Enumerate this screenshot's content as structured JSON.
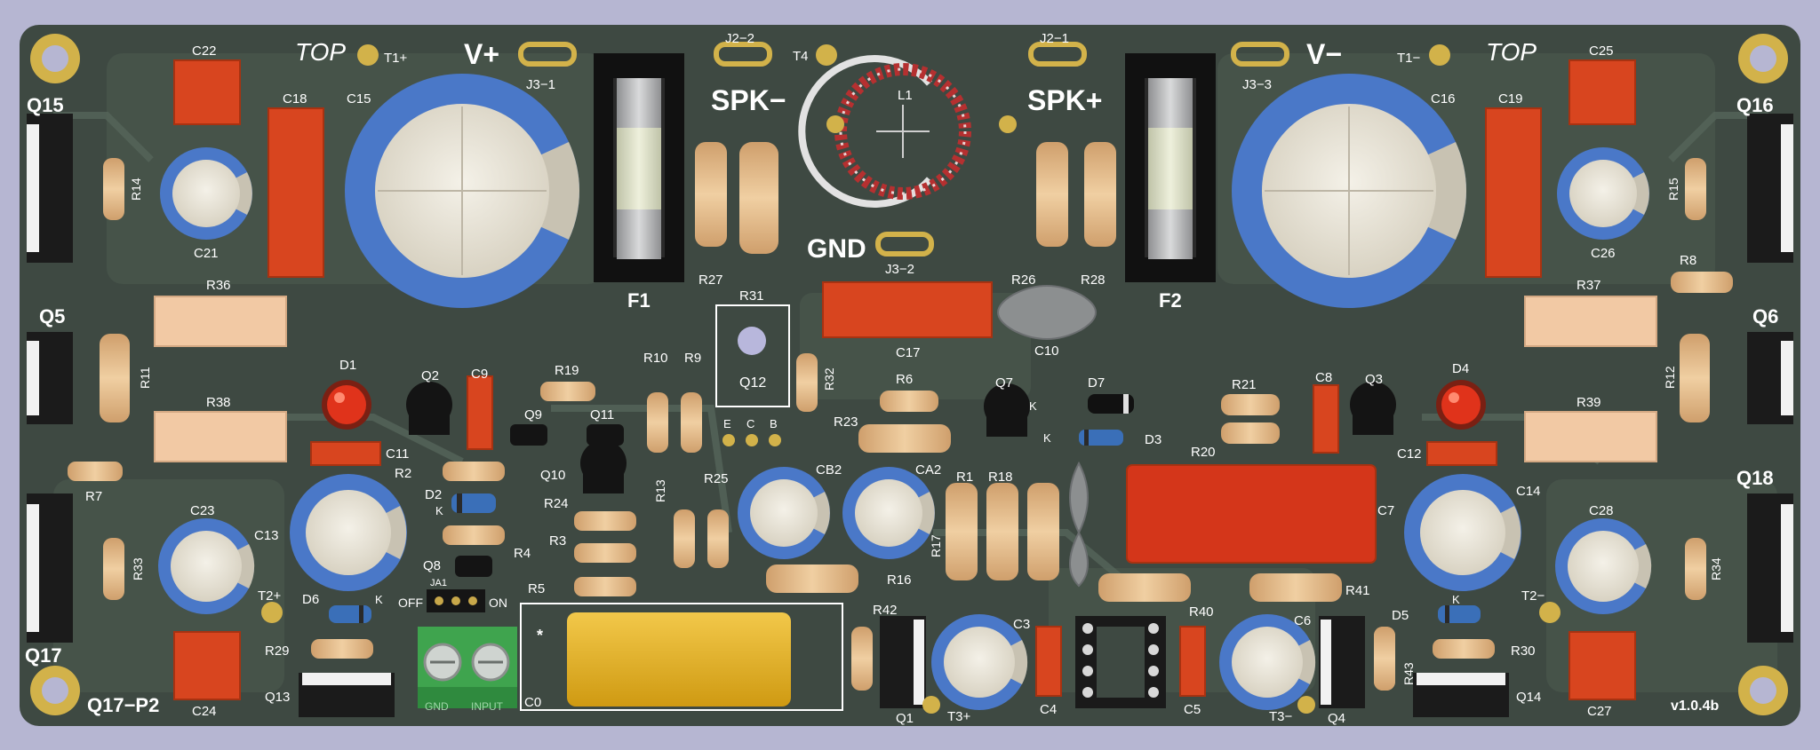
{
  "colors": {
    "background": "#b6b6d2",
    "board": "#3e4942",
    "copper_trace": "#4b5a4f",
    "silkscreen": "#ffffff",
    "pad_gold": "#d2b24a",
    "capacitor_blue": "#4a78c8",
    "capacitor_top": "#e6e1d4",
    "box_cap_red": "#d8451f",
    "resistor_body": "#e5bd8d",
    "led_red": "#e0331b",
    "fuse_glass": "#d8ddc0",
    "film_cap_yellow": "#e7b424",
    "terminal_green": "#3fa44e"
  },
  "markings": {
    "top_left": "TOP",
    "top_right": "TOP",
    "vplus": "V+",
    "vminus": "V−",
    "spk_minus": "SPK−",
    "spk_plus": "SPK+",
    "gnd": "GND",
    "version": "v1.0.4b",
    "off": "OFF",
    "on": "ON",
    "ja1": "JA1",
    "terminal_gnd": "GND",
    "terminal_input": "INPUT",
    "q12_e": "E",
    "q12_c": "C",
    "q12_b": "B",
    "d2_k": "K",
    "d3_k": "K",
    "d6_k": "K",
    "d7_k": "K",
    "d5_k": "K",
    "c0_star": "*"
  },
  "refs": {
    "q15": "Q15",
    "q16": "Q16",
    "q5": "Q5",
    "q6": "Q6",
    "q17": "Q17",
    "q18": "Q18",
    "q17p2": "Q17−P2",
    "q13": "Q13",
    "q14": "Q14",
    "q1": "Q1",
    "q4": "Q4",
    "q2": "Q2",
    "q3": "Q3",
    "q7": "Q7",
    "q8": "Q8",
    "q9": "Q9",
    "q10": "Q10",
    "q11": "Q11",
    "q12": "Q12",
    "c22": "C22",
    "c25": "C25",
    "c18": "C18",
    "c19": "C19",
    "c15": "C15",
    "c16": "C16",
    "c21": "C21",
    "c26": "C26",
    "c17": "C17",
    "c10": "C10",
    "c9": "C9",
    "c8": "C8",
    "c11": "C11",
    "c12": "C12",
    "c13": "C13",
    "c14": "C14",
    "c23": "C23",
    "c28": "C28",
    "c24": "C24",
    "c27": "C27",
    "c3": "C3",
    "c4": "C4",
    "c5": "C5",
    "c6": "C6",
    "c7": "C7",
    "cb2": "CB2",
    "ca2": "CA2",
    "c0": "C0",
    "t1plus": "T1+",
    "t1minus": "T1−",
    "t4": "T4",
    "t2plus": "T2+",
    "t2minus": "T2−",
    "t3plus": "T3+",
    "t3minus": "T3−",
    "j2_2": "J2−2",
    "j2_1": "J2−1",
    "j3_1": "J3−1",
    "j3_3": "J3−3",
    "j3_2": "J3−2",
    "f1": "F1",
    "f2": "F2",
    "l1": "L1",
    "d1": "D1",
    "d4": "D4",
    "d2": "D2",
    "d3": "D3",
    "d5": "D5",
    "d6": "D6",
    "d7": "D7",
    "r14": "R14",
    "r15": "R15",
    "r8": "R8",
    "r36": "R36",
    "r37": "R37",
    "r38": "R38",
    "r39": "R39",
    "r11": "R11",
    "r12": "R12",
    "r7": "R7",
    "r33": "R33",
    "r34": "R34",
    "r29": "R29",
    "r30": "R30",
    "r27": "R27",
    "r26": "R26",
    "r28": "R28",
    "r31": "R31",
    "r32": "R32",
    "r19": "R19",
    "r10": "R10",
    "r9": "R9",
    "r2": "R2",
    "r4": "R4",
    "r24": "R24",
    "r3": "R3",
    "r5": "R5",
    "r13": "R13",
    "r25": "R25",
    "r6": "R6",
    "r23": "R23",
    "r1": "R1",
    "r18": "R18",
    "r17": "R17",
    "r16": "R16",
    "r21": "R21",
    "r20": "R20",
    "r40": "R40",
    "r41": "R41",
    "r42": "R42",
    "r43": "R43"
  }
}
